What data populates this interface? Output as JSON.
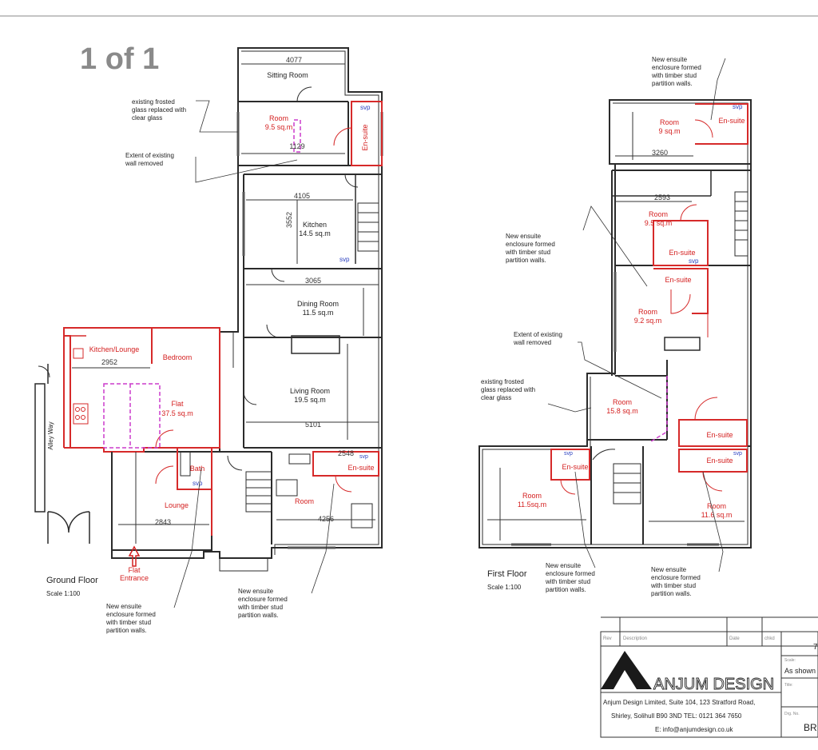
{
  "page": {
    "label": "1 of 1"
  },
  "ground_floor": {
    "title": "Ground Floor",
    "scale": "Scale 1:100",
    "side_label": "Alley Way",
    "entrance": "Flat\nEntrance",
    "rooms": {
      "sitting": "Sitting Room",
      "room_a_name": "Room",
      "room_a_area": "9.5 sq.m",
      "ensuite_a": "En-suite",
      "kitchen_name": "Kitchen",
      "kitchen_area": "14.5 sq.m",
      "dining_name": "Dining Room",
      "dining_area": "11.5 sq.m",
      "living_name": "Living Room",
      "living_area": "19.5 sq.m",
      "kitchen_lounge": "Kitchen/Lounge",
      "bedroom": "Bedroom",
      "flat_name": "Flat",
      "flat_area": "37.5 sq.m",
      "bath": "Bath",
      "lounge": "Lounge",
      "room_b": "Room",
      "ensuite_b": "En-suite"
    },
    "svp": [
      "svp",
      "svp",
      "svp",
      "svp"
    ],
    "dims": [
      "4077",
      "1129",
      "4105",
      "3552",
      "3065",
      "2952",
      "5101",
      "2548",
      "2843",
      "4256"
    ],
    "notes": {
      "frosted": "existing frosted\nglass replaced with\nclear glass",
      "wall": "Extent of existing\nwall removed",
      "ensuite_1": "New ensuite\nenclosure formed\nwith timber stud\npartition walls.",
      "ensuite_2": "New ensuite\nenclosure formed\nwith timber stud\npartition walls."
    }
  },
  "first_floor": {
    "title": "First Floor",
    "scale": "Scale 1:100",
    "rooms": {
      "r1_name": "Room",
      "r1_area": "9 sq.m",
      "r1_ensuite": "En-suite",
      "r2_name": "Room",
      "r2_area": "9.5 sq.m",
      "r2_ensuite": "En-suite",
      "r2b_ensuite": "En-suite",
      "r3_name": "Room",
      "r3_area": "9.2 sq.m",
      "r4_name": "Room",
      "r4_area": "15.8 sq.m",
      "r4_ensuite": "En-suite",
      "r5_name": "Room",
      "r5_area": "11.5sq.m",
      "r5_ensuite": "En-suite",
      "r6_name": "Room",
      "r6_area": "11.6 sq.m",
      "r6_ensuite": "En-suite"
    },
    "svp": [
      "svp",
      "svp",
      "svp",
      "svp"
    ],
    "dims": [
      "3260",
      "2593"
    ],
    "notes": {
      "ensuite_top": "New ensuite\nenclosure formed\nwith timber stud\npartition walls.",
      "ensuite_mid": "New ensuite\nenclosure formed\nwith timber stud\npartition walls.",
      "wall": "Extent of existing\nwall removed",
      "frosted": "existing frosted\nglass replaced with\nclear glass",
      "ensuite_b1": "New ensuite\nenclosure formed\nwith timber stud\npartition walls.",
      "ensuite_b2": "New ensuite\nenclosure formed\nwith timber stud\npartition walls."
    }
  },
  "title_block": {
    "headers": {
      "rev": "Rev",
      "description": "Description",
      "date": "Date",
      "chkd": "chkd"
    },
    "company": "ANJUM DESIGN",
    "address_1": "Anjum Design Limited,  Suite 104, 123 Stratford Road,",
    "address_2": "Shirley, Solihull B90 3ND  TEL: 0121 364 7650",
    "email": "E: info@anjumdesign.co.uk",
    "scale_label": "Scale:",
    "scale_value": "As shown",
    "title_label": "Title:",
    "drg_label": "Drg. No.",
    "right_top": "7",
    "drg_value": "BR"
  },
  "colors": {
    "proposed": "#d42020",
    "existing": "#2b2b2b",
    "svp": "#2a3fbf",
    "partition": "#cc3ccc"
  }
}
